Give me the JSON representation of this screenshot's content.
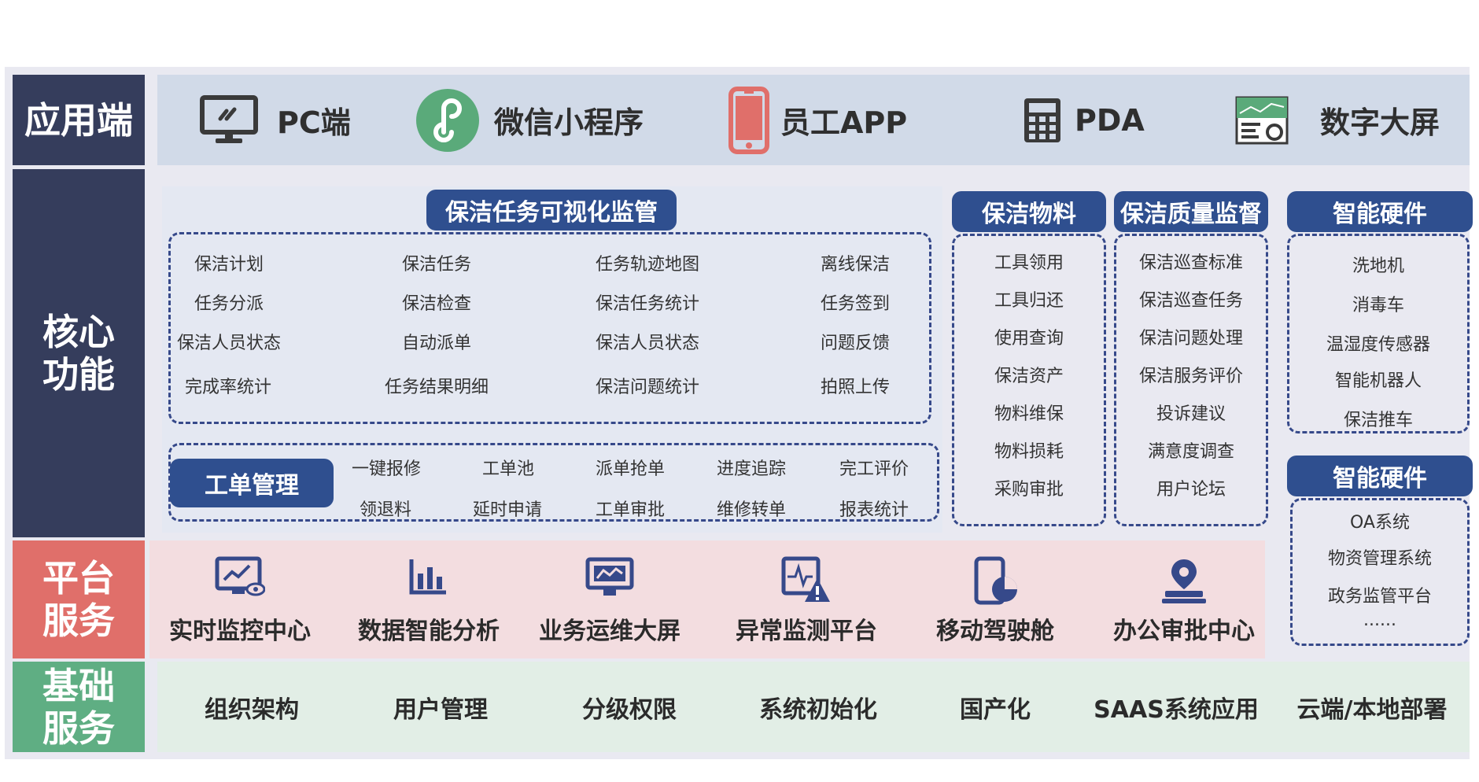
{
  "sidebar": {
    "app_end": "应用端",
    "core_1": "核心",
    "core_2": "功能",
    "platform_1": "平台",
    "platform_2": "服务",
    "basic_1": "基础",
    "basic_2": "服务"
  },
  "app_endpoints": [
    "PC端",
    "微信小程序",
    "员工APP",
    "PDA",
    "数字大屏"
  ],
  "visual_monitor": {
    "title": "保洁任务可视化监管",
    "rows": [
      [
        "保洁计划",
        "保洁任务",
        "任务轨迹地图",
        "离线保洁"
      ],
      [
        "任务分派",
        "保洁检查",
        "保洁任务统计",
        "任务签到"
      ],
      [
        "保洁人员状态",
        "自动派单",
        "保洁人员状态",
        "问题反馈"
      ],
      [
        "完成率统计",
        "任务结果明细",
        "保洁问题统计",
        "拍照上传"
      ]
    ]
  },
  "work_order": {
    "title": "工单管理",
    "rows": [
      [
        "一键报修",
        "工单池",
        "派单抢单",
        "进度追踪",
        "完工评价"
      ],
      [
        "领退料",
        "延时申请",
        "工单审批",
        "维修转单",
        "报表统计"
      ]
    ]
  },
  "materials": {
    "title": "保洁物料",
    "items": [
      "工具领用",
      "工具归还",
      "使用查询",
      "保洁资产",
      "物料维保",
      "物料损耗",
      "采购审批"
    ]
  },
  "quality": {
    "title": "保洁质量监督",
    "items": [
      "保洁巡查标准",
      "保洁巡查任务",
      "保洁问题处理",
      "保洁服务评价",
      "投诉建议",
      "满意度调查",
      "用户论坛"
    ]
  },
  "hardware": {
    "title": "智能硬件",
    "items": [
      "洗地机",
      "消毒车",
      "温湿度传感器",
      "智能机器人",
      "保洁推车"
    ]
  },
  "hardware2": {
    "title": "智能硬件",
    "items": [
      "OA系统",
      "物资管理系统",
      "政务监管平台",
      "......"
    ]
  },
  "platform_services": [
    "实时监控中心",
    "数据智能分析",
    "业务运维大屏",
    "异常监测平台",
    "移动驾驶舱",
    "办公审批中心"
  ],
  "basic_services": [
    "组织架构",
    "用户管理",
    "分级权限",
    "系统初始化",
    "国产化",
    "SAAS系统应用",
    "云端/本地部署"
  ],
  "colors": {
    "sidebar_dark": "#353d5c",
    "sidebar_red": "#e06f6a",
    "sidebar_green": "#5fae83",
    "pill_blue": "#2f4f8f",
    "dash_blue": "#36498a",
    "app_bg": "#d1dae8",
    "platform_bg": "#f3dde0",
    "basic_bg": "#e2eee6"
  }
}
